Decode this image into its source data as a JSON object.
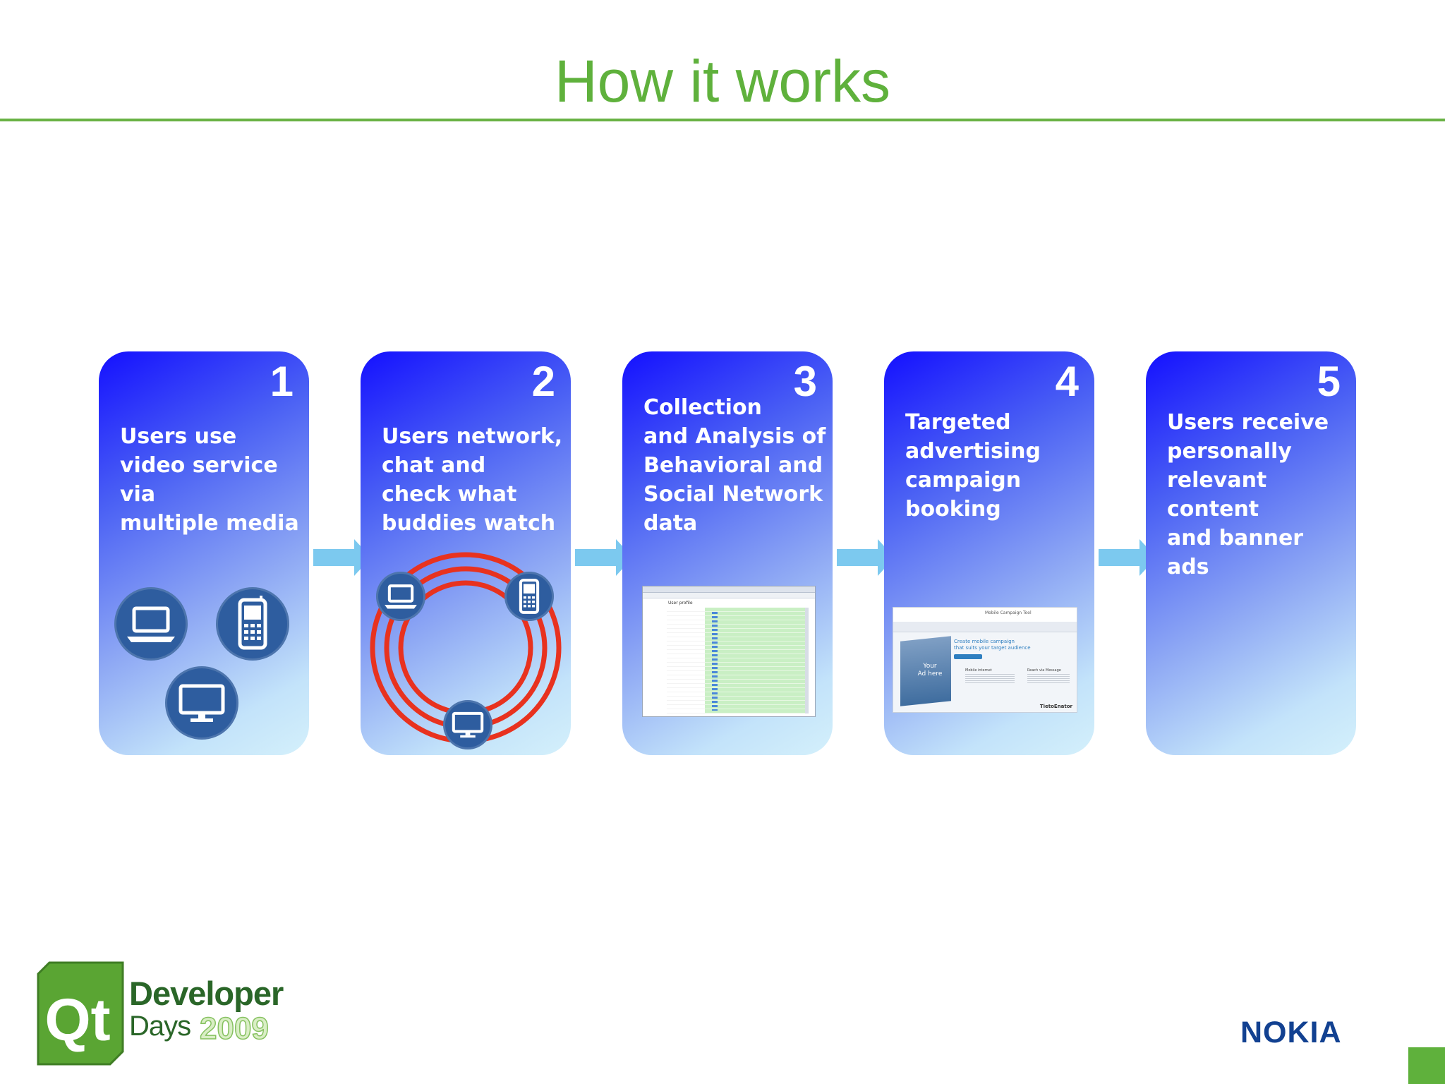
{
  "slide": {
    "title": "How it works"
  },
  "steps": [
    {
      "number": "1",
      "text": "Users use\nvideo service\nvia\nmultiple media"
    },
    {
      "number": "2",
      "text": "Users network,\nchat and\ncheck what\nbuddies watch"
    },
    {
      "number": "3",
      "text": "Collection\nand Analysis of\nBehavioral and\nSocial Network\ndata"
    },
    {
      "number": "4",
      "text": "Targeted\nadvertising\ncampaign\nbooking"
    },
    {
      "number": "5",
      "text": "Users receive\npersonally\nrelevant\ncontent\nand banner ads"
    }
  ],
  "campaign_screenshot": {
    "header": "Mobile Campaign Tool",
    "headline": "Create mobile campaign\nthat suits your target audience",
    "ad_placeholder": "Your\nAd here",
    "option_1": "Mobile internet",
    "option_2": "Reach via Message",
    "brand": "TietoEnator"
  },
  "profile_screenshot": {
    "heading": "User profile"
  },
  "footer": {
    "logo_qt": "Qt",
    "logo_developer": "Developer",
    "logo_days": "Days",
    "logo_year": "2009",
    "brand": "NOKIA"
  },
  "colors": {
    "title_green": "#5fb13c",
    "card_top": "#1410ff",
    "card_bottom": "#d4f0fb",
    "arrow": "#7cc9ef",
    "ring_red": "#e8321f",
    "device_blue": "#2e5d9f",
    "nokia_blue": "#124191"
  }
}
